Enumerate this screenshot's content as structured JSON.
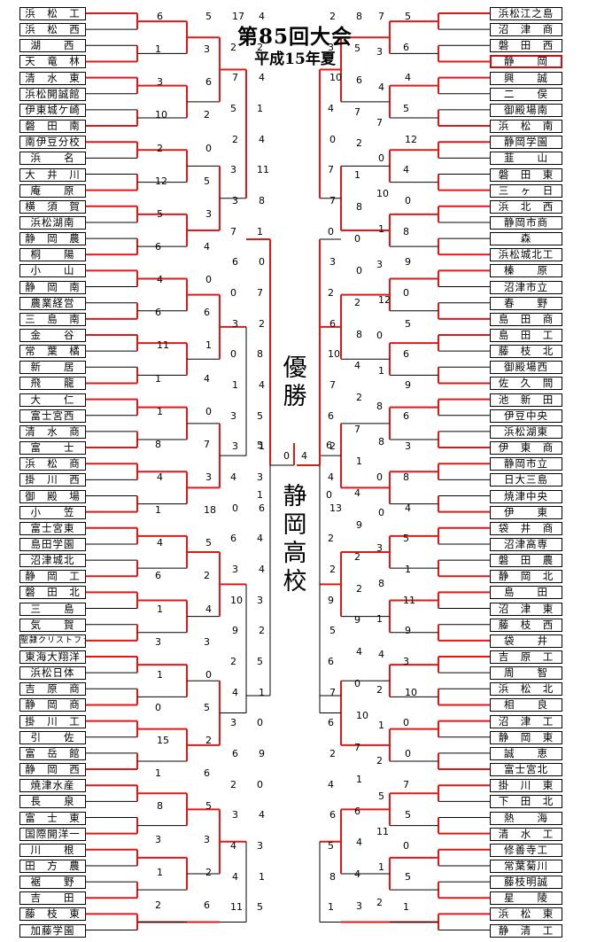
{
  "header": {
    "title": "第85回大会",
    "subtitle": "平成15年夏"
  },
  "center": {
    "title": "優勝",
    "champion": "静岡高校"
  },
  "left_teams": [
    "浜　松　工",
    "浜　松　西",
    "湖　　西",
    "天　竜　林",
    "清　水　東",
    "浜松開誠館",
    "伊東城ケ崎",
    "磐　田　南",
    "南伊豆分校",
    "浜　　名",
    "大　井　川",
    "庵　　原",
    "横　須　賀",
    "浜松湖南",
    "静　岡　農",
    "桐　　陽",
    "小　　山",
    "静　岡　南",
    "農業経営",
    "三　島　南",
    "金　　谷",
    "常　葉　橘",
    "新　　居",
    "飛　　龍",
    "大　　仁",
    "富士宮西",
    "清　水　商",
    "富　　士",
    "浜　松　商",
    "掛　川　西",
    "御　殿　場",
    "小　　笠",
    "富士宮東",
    "島田学園",
    "沼津城北",
    "静　岡　工",
    "磐　田　北",
    "三　　島",
    "気　　賀",
    "聖隷クリストファー",
    "東海大翔洋",
    "浜松日体",
    "吉　原　商",
    "静　岡　商",
    "掛　川　工",
    "引　　佐",
    "富　岳　館",
    "静　岡　西",
    "焼津水産",
    "長　　泉",
    "富　士　東",
    "国際開洋一",
    "川　　根",
    "田　方　農",
    "裾　　野",
    "吉　　田",
    "藤　枝　東",
    "加藤学園"
  ],
  "right_teams": [
    "浜松江之島",
    "沼　津　商",
    "磐　田　西",
    "静　　岡",
    "興　　誠",
    "二　　俣",
    "御殿場南",
    "浜　松　南",
    "静岡学園",
    "韮　　山",
    "磐　田　東",
    "三　ヶ　日",
    "浜　北　西",
    "静岡市商",
    "森",
    "浜松城北工",
    "榛　　原",
    "沼津市立",
    "春　　野",
    "島　田　商",
    "島　田　工",
    "藤　枝　北",
    "御殿場西",
    "佐　久　間",
    "池　新　田",
    "伊豆中央",
    "浜松湖東",
    "伊　東　商",
    "静岡市立",
    "日大三島",
    "焼津中央",
    "伊　　東",
    "袋　井　商",
    "沼津高専",
    "磐　田　農",
    "静　岡　北",
    "島　　田",
    "沼　津　東",
    "藤　枝　西",
    "袋　　井",
    "吉　原　工",
    "周　　智",
    "浜　松　北",
    "相　　良",
    "沼　津　工",
    "静　岡　東",
    "誠　　恵",
    "富士宮北",
    "掛　川　東",
    "下　田　北",
    "熱　　海",
    "清　水　工",
    "修善寺工",
    "常葉菊川",
    "藤枝明誠",
    "星　　陵",
    "浜　松　東",
    "静　清　工"
  ],
  "left_scores": [
    [
      "6",
      "1",
      "3",
      "10",
      "2",
      "12",
      "5",
      "6",
      "4",
      "6",
      "11",
      "1",
      "1",
      "8",
      "4",
      "1",
      "4",
      "6",
      "1",
      "3",
      "1",
      "0",
      "15",
      "1",
      "8",
      "3",
      "1",
      "2"
    ],
    [
      "5",
      "3",
      "6",
      "2",
      "0",
      "5",
      "3",
      "4",
      "0",
      "6",
      "1",
      "4",
      "0",
      "7",
      "3",
      "18",
      "5",
      "2",
      "4",
      "3",
      "0",
      "5",
      "2",
      "6",
      "5",
      "3",
      "2",
      "6"
    ],
    [
      "17",
      "2",
      "7",
      "5",
      "2",
      "3",
      "3",
      "7",
      "6",
      "0",
      "3",
      "0",
      "1",
      "3",
      "3",
      "4",
      "0",
      "6",
      "3",
      "10",
      "9",
      "2",
      "4",
      "3",
      "6",
      "2",
      "3",
      "4",
      "4",
      "11"
    ],
    [
      "4",
      "2",
      "4",
      "1",
      "4",
      "11",
      "8",
      "1",
      "0",
      "7",
      "2",
      "8",
      "4",
      "5",
      "1",
      "3",
      "6",
      "4",
      "4",
      "3",
      "2",
      "5",
      "1",
      "0",
      "9",
      "0",
      "4",
      "3",
      "1",
      "5"
    ]
  ],
  "right_scores": [
    [
      "5",
      "6",
      "4",
      "5",
      "12",
      "4",
      "0",
      "8",
      "9",
      "0",
      "5",
      "6",
      "9",
      "6",
      "3",
      "8",
      "4",
      "5",
      "1",
      "11",
      "9",
      "3",
      "10",
      "0",
      "0",
      "7",
      "5",
      "0",
      "5",
      "1"
    ],
    [
      "7",
      "3",
      "4",
      "7",
      "0",
      "10",
      "1",
      "3",
      "12",
      "0",
      "1",
      "8",
      "8",
      "0",
      "0",
      "3",
      "8",
      "1",
      "4",
      "2",
      "1",
      "2",
      "5",
      "11",
      "1",
      "2"
    ],
    [
      "8",
      "5",
      "6",
      "7",
      "2",
      "1",
      "8",
      "0",
      "0",
      "2",
      "8",
      "4",
      "2",
      "7",
      "1",
      "4",
      "9",
      "2",
      "2",
      "9",
      "4",
      "0",
      "10",
      "7",
      "1",
      "6",
      "4",
      "4",
      "3"
    ],
    [
      "2",
      "3",
      "10",
      "4",
      "0",
      "7",
      "7",
      "0",
      "3",
      "2",
      "6",
      "10",
      "7",
      "6",
      "2",
      "4",
      "13",
      "2",
      "2",
      "9",
      "5",
      "6",
      "7",
      "6",
      "2",
      "4",
      "6",
      "5",
      "8",
      "1"
    ]
  ],
  "final_scores": [
    "0",
    "4",
    "5",
    "6",
    "1",
    "0"
  ]
}
